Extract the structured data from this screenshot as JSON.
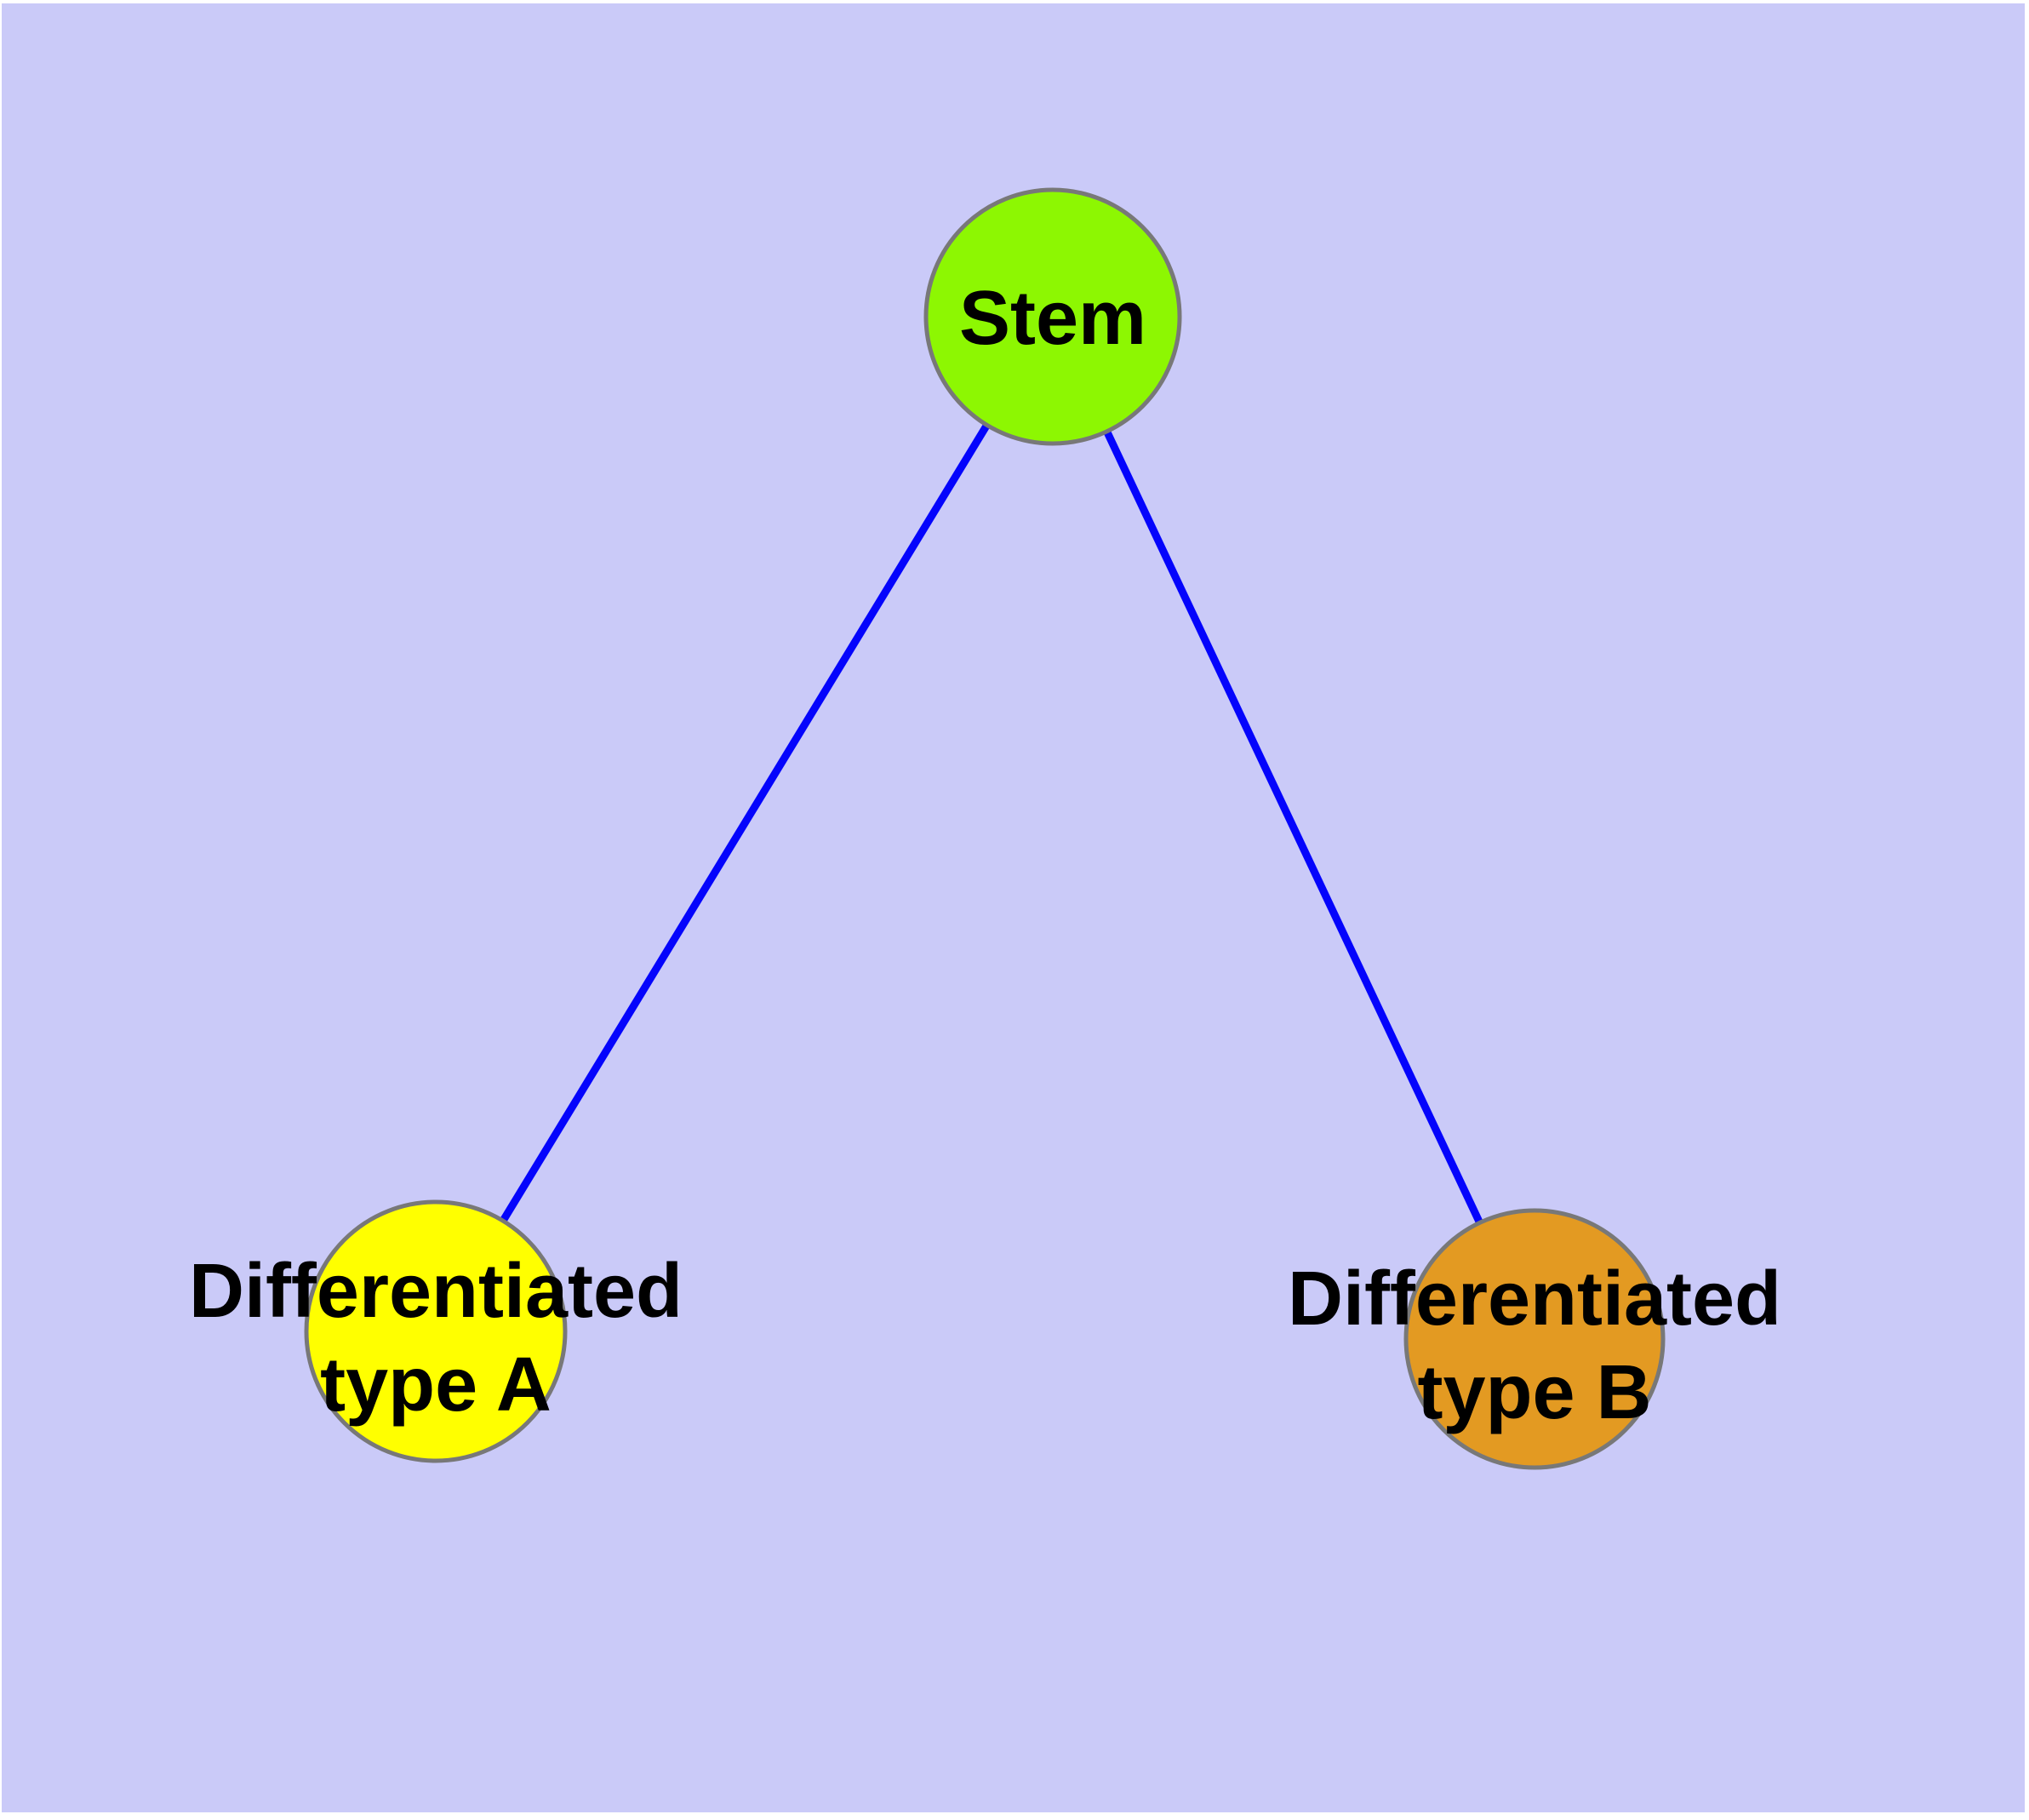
{
  "diagram": {
    "type": "graph",
    "description": "Stem cell differentiation graph with one parent node and two child nodes",
    "colors": {
      "figure_margin": "#FFFFFF",
      "background": "#CACAF8",
      "edge": "#0404FC",
      "node_border": "#787878",
      "label": "#000000"
    },
    "nodes": [
      {
        "id": "stem",
        "label_lines": [
          "Stem"
        ],
        "fill": "#8DF702"
      },
      {
        "id": "differentiated-type-a",
        "label_lines": [
          "Differentiated",
          "type A"
        ],
        "fill": "#FFFF00"
      },
      {
        "id": "differentiated-type-b",
        "label_lines": [
          "Differentiated",
          "type B"
        ],
        "fill": "#E39A22"
      }
    ],
    "edges": [
      {
        "from": "stem",
        "to": "differentiated-type-a"
      },
      {
        "from": "stem",
        "to": "differentiated-type-b"
      }
    ]
  }
}
